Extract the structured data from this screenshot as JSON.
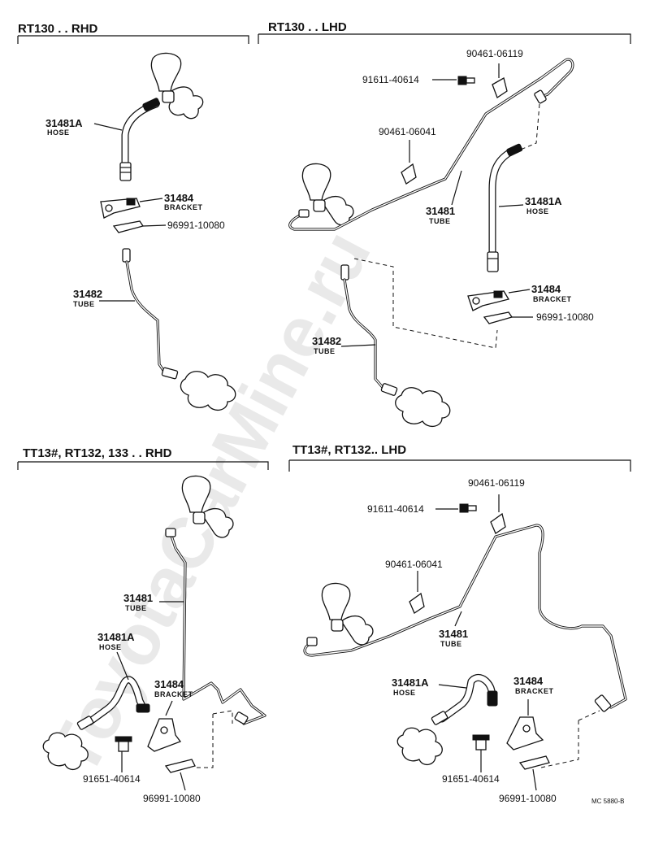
{
  "watermark": "ToyotaCarMine.ru",
  "figure_code": "MC 5880-B",
  "sections": {
    "rt130_rhd": {
      "header": "RT130 . . RHD",
      "hose_no": "31481A",
      "hose_label": "HOSE",
      "bracket_no": "31484",
      "bracket_label": "BRACKET",
      "clip_no": "96991-10080",
      "tube_no": "31482",
      "tube_label": "TUBE"
    },
    "rt130_lhd": {
      "header": "RT130 . . LHD",
      "clamp_a_no": "90461-06119",
      "bolt_no": "91611-40614",
      "clamp_b_no": "90461-06041",
      "tube1_no": "31481",
      "tube1_label": "TUBE",
      "hose_no": "31481A",
      "hose_label": "HOSE",
      "bracket_no": "31484",
      "bracket_label": "BRACKET",
      "clip_no": "96991-10080",
      "tube2_no": "31482",
      "tube2_label": "TUBE"
    },
    "tt13_rhd": {
      "header": "TT13#, RT132, 133 . . RHD",
      "tube_no": "31481",
      "tube_label": "TUBE",
      "hose_no": "31481A",
      "hose_label": "HOSE",
      "bracket_no": "31484",
      "bracket_label": "BRACKET",
      "bolt_no": "91651-40614",
      "clip_no": "96991-10080"
    },
    "tt13_lhd": {
      "header": "TT13#, RT132.. LHD",
      "clamp_a_no": "90461-06119",
      "bolt_a_no": "91611-40614",
      "clamp_b_no": "90461-06041",
      "tube_no": "31481",
      "tube_label": "TUBE",
      "hose_no": "31481A",
      "hose_label": "HOSE",
      "bracket_no": "31484",
      "bracket_label": "BRACKET",
      "bolt_b_no": "91651-40614",
      "clip_no": "96991-10080"
    }
  }
}
